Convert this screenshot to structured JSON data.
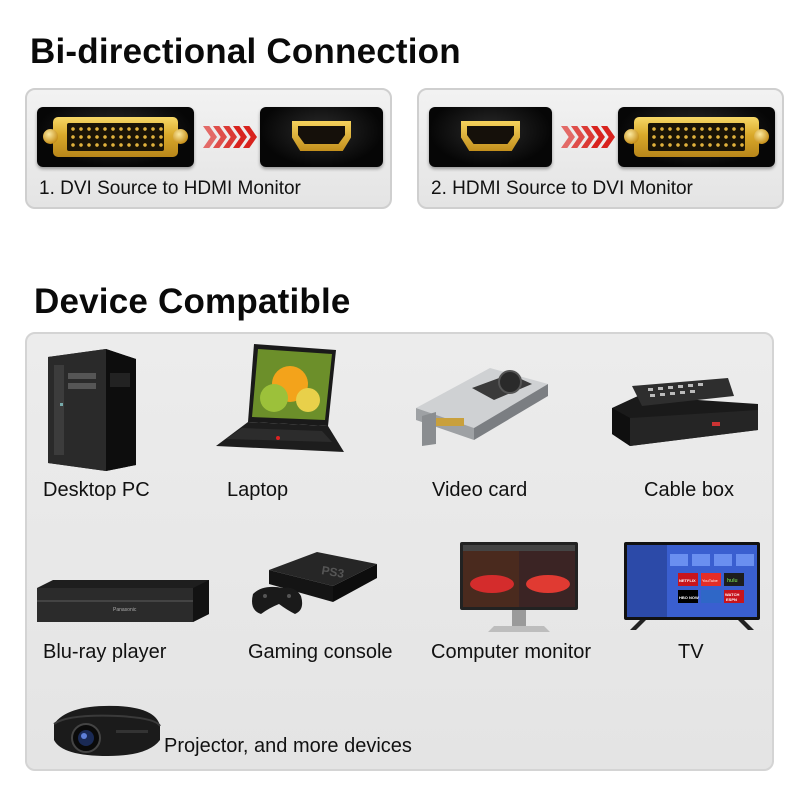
{
  "sections": {
    "connection_title": "Bi-directional Connection",
    "devices_title": "Device Compatible"
  },
  "connections": [
    {
      "label": "1. DVI Source to HDMI Monitor",
      "source": "dvi-connector",
      "target": "hdmi-connector"
    },
    {
      "label": "2. HDMI Source to DVI Monitor",
      "source": "hdmi-connector",
      "target": "dvi-connector"
    }
  ],
  "devices": [
    {
      "label": "Desktop PC",
      "icon": "desktop-pc-icon"
    },
    {
      "label": "Laptop",
      "icon": "laptop-icon"
    },
    {
      "label": "Video card",
      "icon": "video-card-icon"
    },
    {
      "label": "Cable box",
      "icon": "cable-box-icon"
    },
    {
      "label": "Blu-ray player",
      "icon": "bluray-player-icon"
    },
    {
      "label": "Gaming console",
      "icon": "gaming-console-icon"
    },
    {
      "label": "Computer monitor",
      "icon": "computer-monitor-icon"
    },
    {
      "label": "TV",
      "icon": "tv-icon"
    },
    {
      "label": "Projector, and more devices",
      "icon": "projector-icon"
    }
  ],
  "image_text": {
    "ps3_logo": "PS3",
    "netflix": "NETFLIX",
    "youtube": "YouTube",
    "hulu": "hulu",
    "hbo": "HBO NOW",
    "watch": "WATCH",
    "espn": "ESPN",
    "panasonic": "Panasonic"
  },
  "colors": {
    "arrow_red": "#d8231e",
    "connector_gold": "#d9a92a",
    "panel_bg": "#e8e8e8"
  }
}
